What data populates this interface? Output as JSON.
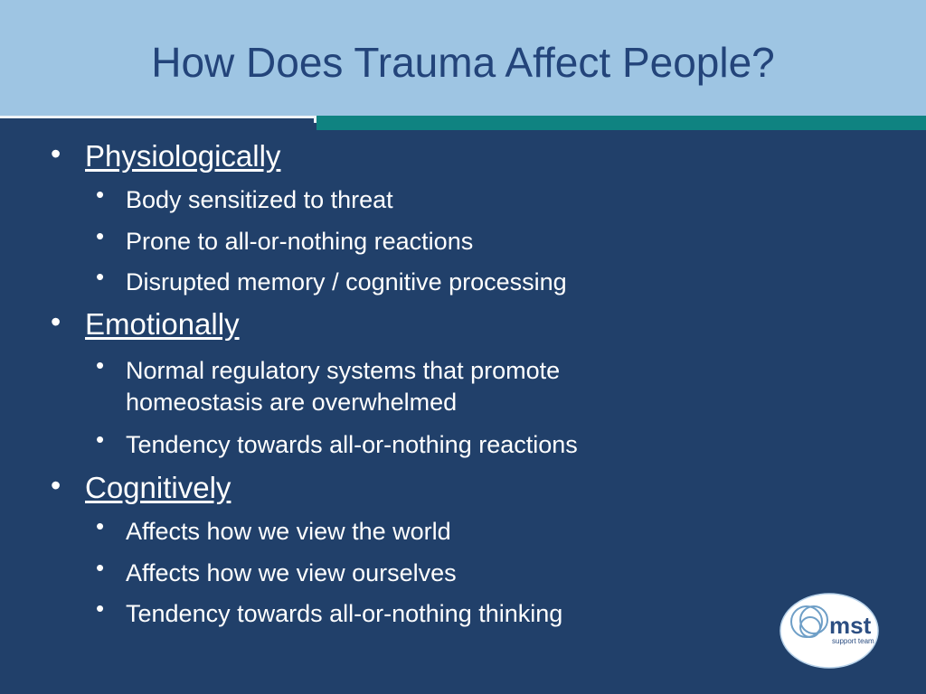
{
  "slide": {
    "title": "How Does Trauma Affect People?",
    "sections": [
      {
        "heading": "Physiologically",
        "items": [
          "Body sensitized to threat",
          "Prone to all-or-nothing reactions",
          "Disrupted memory / cognitive processing"
        ]
      },
      {
        "heading": "Emotionally",
        "items": [
          "Normal regulatory systems that promote",
          "homeostasis are overwhelmed",
          "Tendency towards all-or-nothing reactions"
        ]
      },
      {
        "heading": "Cognitively",
        "items": [
          "Affects how we view the world",
          "Affects how we view ourselves",
          "Tendency towards all-or-nothing thinking"
        ]
      }
    ],
    "bullet_glyph": "•",
    "logo": {
      "icon": "mst-rings-icon",
      "wordmark": "mst",
      "tagline": "support team"
    },
    "colors": {
      "background": "#21406a",
      "title_band": "#9ec5e3",
      "title_text": "#23447a",
      "accent_teal": "#0f8381",
      "body_text": "#ffffff"
    }
  }
}
